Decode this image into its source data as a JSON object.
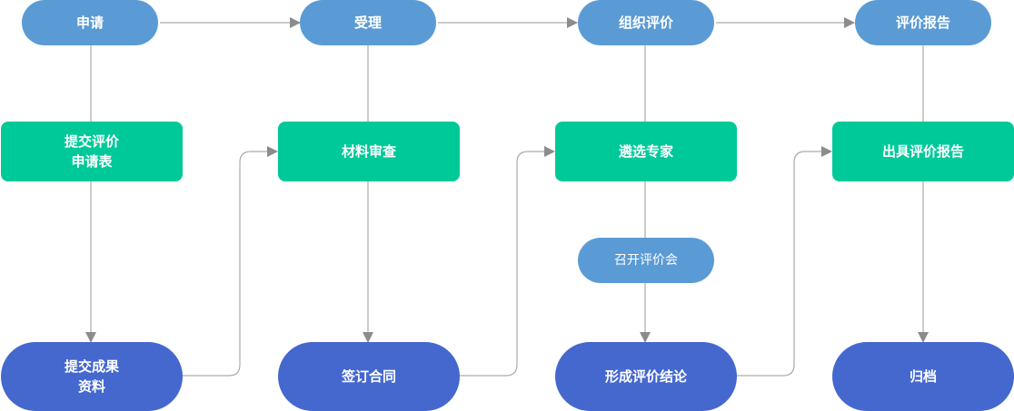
{
  "columns": [
    {
      "stage": "申请",
      "action": [
        "提交评价",
        "申请表"
      ],
      "output": [
        "提交成果",
        "资料"
      ]
    },
    {
      "stage": "受理",
      "action": [
        "材料审查"
      ],
      "output": [
        "签订合同"
      ]
    },
    {
      "stage": "组织评价",
      "action": [
        "遴选专家"
      ],
      "sub": "召开评价会",
      "output": [
        "形成评价结论"
      ]
    },
    {
      "stage": "评价报告",
      "action": [
        "出具评价报告"
      ],
      "output": [
        "归档"
      ]
    }
  ],
  "colors": {
    "stage": "#5b9bd5",
    "action": "#00c999",
    "output": "#4568cf",
    "connector": "#aaaaaa",
    "arrow": "#8c8c8c"
  }
}
